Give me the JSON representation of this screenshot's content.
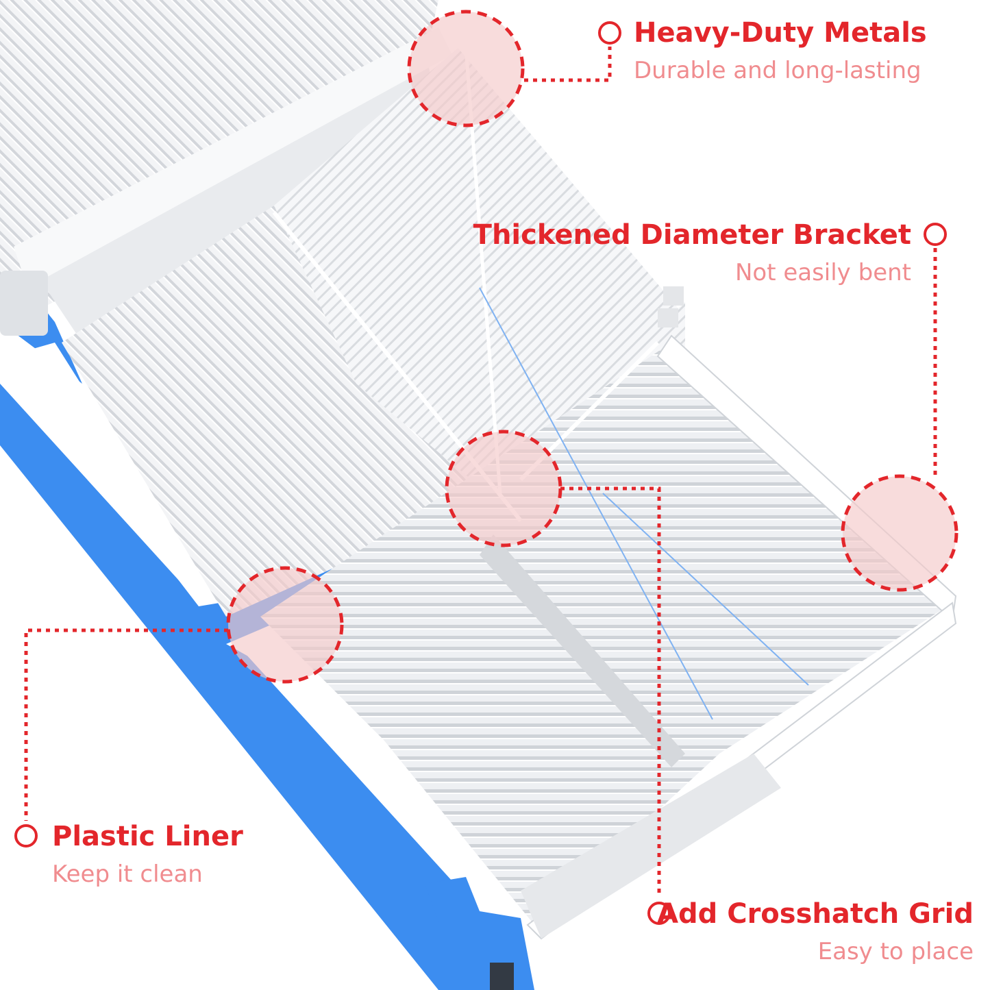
{
  "colors": {
    "accent": "#e3262b",
    "subtitle": "#f08c8f",
    "liner_blue": "#3c8df0",
    "wire_white": "#f4f5f7"
  },
  "callouts": {
    "heavy_duty": {
      "title": "Heavy-Duty Metals",
      "subtitle": "Durable and long-lasting"
    },
    "bracket": {
      "title": "Thickened Diameter Bracket",
      "subtitle": "Not easily bent"
    },
    "liner": {
      "title": "Plastic Liner",
      "subtitle": "Keep it clean"
    },
    "grid": {
      "title": "Add Crosshatch Grid",
      "subtitle": "Easy to place"
    }
  }
}
